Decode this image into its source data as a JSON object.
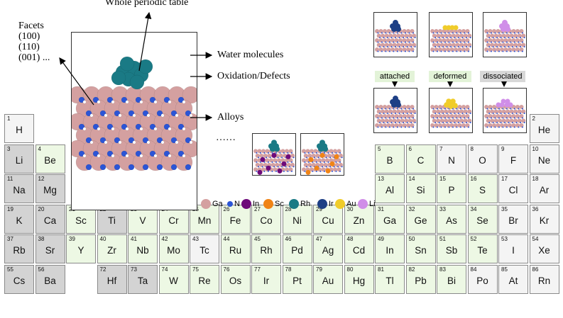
{
  "annotations": {
    "whole_table": "Whole periodic table",
    "facets_title": "Facets",
    "facets": [
      "(100)",
      "(110)",
      "(001) ..."
    ],
    "water": "Water molecules",
    "oxidation": "Oxidation/Defects",
    "alloys": "Alloys",
    "ellipsis": "……"
  },
  "states": [
    "attached",
    "deformed",
    "dissociated"
  ],
  "legend": [
    {
      "label": "Ga",
      "color": "#d4a0a0",
      "size": 14
    },
    {
      "label": "N",
      "color": "#2b55d6",
      "size": 8
    },
    {
      "label": "In",
      "color": "#6e0a7a",
      "size": 14
    },
    {
      "label": "Sc",
      "color": "#f08416",
      "size": 14
    },
    {
      "label": "Rh",
      "color": "#1a7a85",
      "size": 14
    },
    {
      "label": "Ir",
      "color": "#1d3f85",
      "size": 14
    },
    {
      "label": "Au",
      "color": "#f0cc2a",
      "size": 14
    },
    {
      "label": "Li",
      "color": "#d08ee8",
      "size": 14
    }
  ],
  "colors": {
    "gray": "#d3d3d3",
    "green": "#edf8e4",
    "white": "#f4f4f4"
  },
  "periodic_table": [
    {
      "z": "1",
      "sym": "H",
      "c": "white",
      "row": 0,
      "col": 0
    },
    {
      "z": "2",
      "sym": "He",
      "c": "white",
      "row": 0,
      "col": 17
    },
    {
      "z": "3",
      "sym": "Li",
      "c": "gray",
      "row": 1,
      "col": 0
    },
    {
      "z": "4",
      "sym": "Be",
      "c": "green",
      "row": 1,
      "col": 1
    },
    {
      "z": "5",
      "sym": "B",
      "c": "green",
      "row": 1,
      "col": 12
    },
    {
      "z": "6",
      "sym": "C",
      "c": "green",
      "row": 1,
      "col": 13
    },
    {
      "z": "7",
      "sym": "N",
      "c": "white",
      "row": 1,
      "col": 14
    },
    {
      "z": "8",
      "sym": "O",
      "c": "white",
      "row": 1,
      "col": 15
    },
    {
      "z": "9",
      "sym": "F",
      "c": "white",
      "row": 1,
      "col": 16
    },
    {
      "z": "10",
      "sym": "Ne",
      "c": "white",
      "row": 1,
      "col": 17
    },
    {
      "z": "11",
      "sym": "Na",
      "c": "gray",
      "row": 2,
      "col": 0
    },
    {
      "z": "12",
      "sym": "Mg",
      "c": "gray",
      "row": 2,
      "col": 1
    },
    {
      "z": "13",
      "sym": "Al",
      "c": "green",
      "row": 2,
      "col": 12
    },
    {
      "z": "14",
      "sym": "Si",
      "c": "green",
      "row": 2,
      "col": 13
    },
    {
      "z": "15",
      "sym": "P",
      "c": "green",
      "row": 2,
      "col": 14
    },
    {
      "z": "16",
      "sym": "S",
      "c": "green",
      "row": 2,
      "col": 15
    },
    {
      "z": "17",
      "sym": "Cl",
      "c": "white",
      "row": 2,
      "col": 16
    },
    {
      "z": "18",
      "sym": "Ar",
      "c": "white",
      "row": 2,
      "col": 17
    },
    {
      "z": "19",
      "sym": "K",
      "c": "gray",
      "row": 3,
      "col": 0
    },
    {
      "z": "20",
      "sym": "Ca",
      "c": "gray",
      "row": 3,
      "col": 1
    },
    {
      "z": "21",
      "sym": "Sc",
      "c": "green",
      "row": 3,
      "col": 2
    },
    {
      "z": "22",
      "sym": "Ti",
      "c": "gray",
      "row": 3,
      "col": 3
    },
    {
      "z": "23",
      "sym": "V",
      "c": "green",
      "row": 3,
      "col": 4
    },
    {
      "z": "24",
      "sym": "Cr",
      "c": "green",
      "row": 3,
      "col": 5
    },
    {
      "z": "25",
      "sym": "Mn",
      "c": "green",
      "row": 3,
      "col": 6
    },
    {
      "z": "26",
      "sym": "Fe",
      "c": "green",
      "row": 3,
      "col": 7
    },
    {
      "z": "27",
      "sym": "Co",
      "c": "green",
      "row": 3,
      "col": 8
    },
    {
      "z": "28",
      "sym": "Ni",
      "c": "green",
      "row": 3,
      "col": 9
    },
    {
      "z": "29",
      "sym": "Cu",
      "c": "green",
      "row": 3,
      "col": 10
    },
    {
      "z": "30",
      "sym": "Zn",
      "c": "green",
      "row": 3,
      "col": 11
    },
    {
      "z": "31",
      "sym": "Ga",
      "c": "green",
      "row": 3,
      "col": 12
    },
    {
      "z": "32",
      "sym": "Ge",
      "c": "green",
      "row": 3,
      "col": 13
    },
    {
      "z": "33",
      "sym": "As",
      "c": "green",
      "row": 3,
      "col": 14
    },
    {
      "z": "34",
      "sym": "Se",
      "c": "green",
      "row": 3,
      "col": 15
    },
    {
      "z": "35",
      "sym": "Br",
      "c": "white",
      "row": 3,
      "col": 16
    },
    {
      "z": "36",
      "sym": "Kr",
      "c": "white",
      "row": 3,
      "col": 17
    },
    {
      "z": "37",
      "sym": "Rb",
      "c": "gray",
      "row": 4,
      "col": 0
    },
    {
      "z": "38",
      "sym": "Sr",
      "c": "gray",
      "row": 4,
      "col": 1
    },
    {
      "z": "39",
      "sym": "Y",
      "c": "green",
      "row": 4,
      "col": 2
    },
    {
      "z": "40",
      "sym": "Zr",
      "c": "green",
      "row": 4,
      "col": 3
    },
    {
      "z": "41",
      "sym": "Nb",
      "c": "green",
      "row": 4,
      "col": 4
    },
    {
      "z": "42",
      "sym": "Mo",
      "c": "green",
      "row": 4,
      "col": 5
    },
    {
      "z": "43",
      "sym": "Tc",
      "c": "white",
      "row": 4,
      "col": 6
    },
    {
      "z": "44",
      "sym": "Ru",
      "c": "green",
      "row": 4,
      "col": 7
    },
    {
      "z": "45",
      "sym": "Rh",
      "c": "green",
      "row": 4,
      "col": 8
    },
    {
      "z": "46",
      "sym": "Pd",
      "c": "green",
      "row": 4,
      "col": 9
    },
    {
      "z": "47",
      "sym": "Ag",
      "c": "green",
      "row": 4,
      "col": 10
    },
    {
      "z": "48",
      "sym": "Cd",
      "c": "green",
      "row": 4,
      "col": 11
    },
    {
      "z": "49",
      "sym": "In",
      "c": "green",
      "row": 4,
      "col": 12
    },
    {
      "z": "50",
      "sym": "Sn",
      "c": "green",
      "row": 4,
      "col": 13
    },
    {
      "z": "51",
      "sym": "Sb",
      "c": "green",
      "row": 4,
      "col": 14
    },
    {
      "z": "52",
      "sym": "Te",
      "c": "green",
      "row": 4,
      "col": 15
    },
    {
      "z": "53",
      "sym": "I",
      "c": "white",
      "row": 4,
      "col": 16
    },
    {
      "z": "54",
      "sym": "Xe",
      "c": "white",
      "row": 4,
      "col": 17
    },
    {
      "z": "55",
      "sym": "Cs",
      "c": "gray",
      "row": 5,
      "col": 0
    },
    {
      "z": "56",
      "sym": "Ba",
      "c": "gray",
      "row": 5,
      "col": 1
    },
    {
      "z": "72",
      "sym": "Hf",
      "c": "gray",
      "row": 5,
      "col": 3
    },
    {
      "z": "73",
      "sym": "Ta",
      "c": "gray",
      "row": 5,
      "col": 4
    },
    {
      "z": "74",
      "sym": "W",
      "c": "green",
      "row": 5,
      "col": 5
    },
    {
      "z": "75",
      "sym": "Re",
      "c": "green",
      "row": 5,
      "col": 6
    },
    {
      "z": "76",
      "sym": "Os",
      "c": "green",
      "row": 5,
      "col": 7
    },
    {
      "z": "77",
      "sym": "Ir",
      "c": "green",
      "row": 5,
      "col": 8
    },
    {
      "z": "78",
      "sym": "Pt",
      "c": "green",
      "row": 5,
      "col": 9
    },
    {
      "z": "79",
      "sym": "Au",
      "c": "green",
      "row": 5,
      "col": 10
    },
    {
      "z": "80",
      "sym": "Hg",
      "c": "green",
      "row": 5,
      "col": 11
    },
    {
      "z": "81",
      "sym": "Tl",
      "c": "green",
      "row": 5,
      "col": 12
    },
    {
      "z": "82",
      "sym": "Pb",
      "c": "green",
      "row": 5,
      "col": 13
    },
    {
      "z": "83",
      "sym": "Bi",
      "c": "green",
      "row": 5,
      "col": 14
    },
    {
      "z": "84",
      "sym": "Po",
      "c": "white",
      "row": 5,
      "col": 15
    },
    {
      "z": "85",
      "sym": "At",
      "c": "white",
      "row": 5,
      "col": 16
    },
    {
      "z": "86",
      "sym": "Rn",
      "c": "white",
      "row": 5,
      "col": 17
    }
  ]
}
